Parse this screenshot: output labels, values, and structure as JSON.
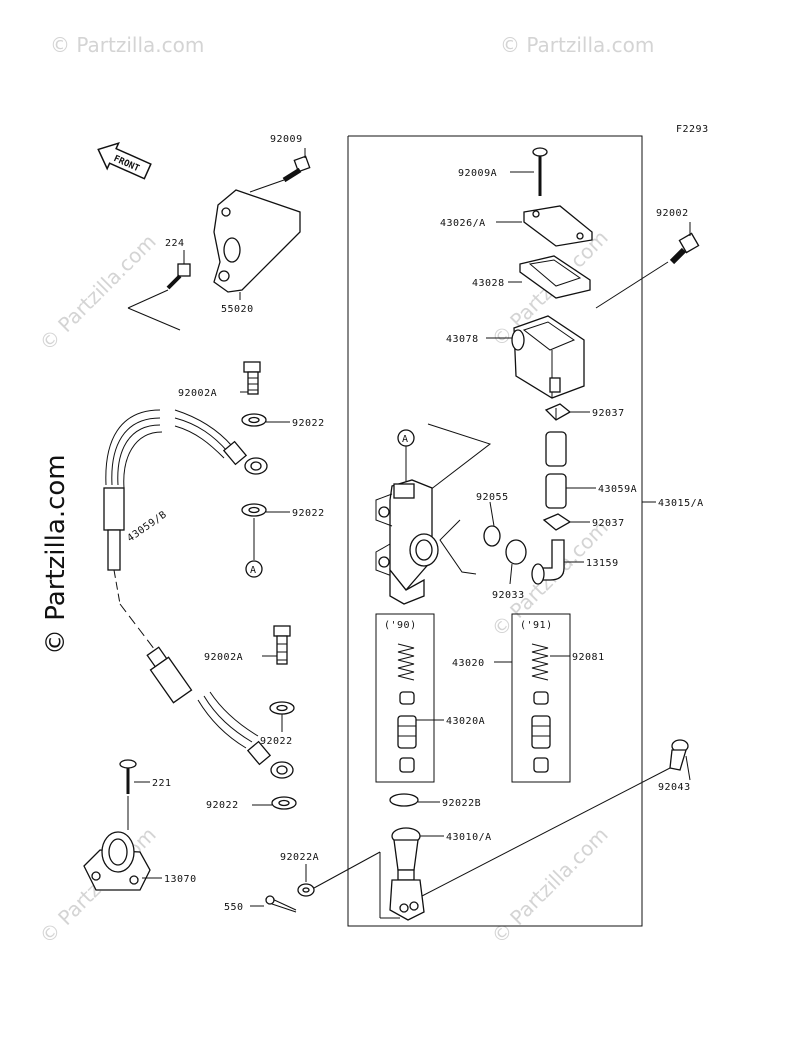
{
  "figure_code": "F2293",
  "front_label": "FRONT",
  "watermark_text": "© Partzilla.com",
  "circle_ref": "A",
  "year_labels": {
    "left": "('90)",
    "right": "('91)"
  },
  "labels": {
    "p92009": "92009",
    "p224": "224",
    "p55020": "55020",
    "p92002A_top": "92002A",
    "p92022_1": "92022",
    "p92022_2": "92022",
    "p43059B": "43059/B",
    "p92002A_mid": "92002A",
    "p92022_3": "92022",
    "p92022_4": "92022",
    "p221": "221",
    "p13070": "13070",
    "p92022A": "92022A",
    "p550": "550",
    "p92009A": "92009A",
    "p43026A": "43026/A",
    "p43028": "43028",
    "p43078": "43078",
    "p92002": "92002",
    "p92037_1": "92037",
    "p43059A": "43059A",
    "p43015A": "43015/A",
    "p92055": "92055",
    "p92037_2": "92037",
    "p13159": "13159",
    "p92033": "92033",
    "p43020": "43020",
    "p92081": "92081",
    "p43020A": "43020A",
    "p92022B": "92022B",
    "p43010A": "43010/A",
    "p92043": "92043"
  }
}
